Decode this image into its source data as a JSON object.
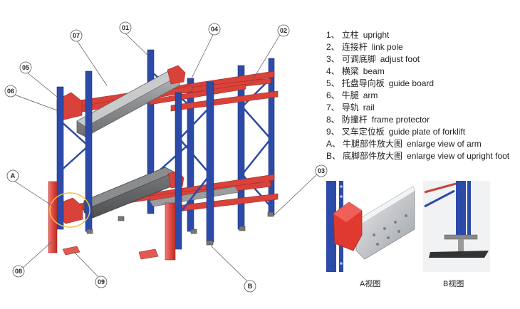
{
  "legend": [
    {
      "num": "1、",
      "zh": "立柱",
      "en": "upright"
    },
    {
      "num": "2、",
      "zh": "连接杆",
      "en": "link pole"
    },
    {
      "num": "3、",
      "zh": "可调底脚",
      "en": "adjust foot"
    },
    {
      "num": "4、",
      "zh": "横梁",
      "en": "beam"
    },
    {
      "num": "5、",
      "zh": "托盘导向板",
      "en": "guide board"
    },
    {
      "num": "6、",
      "zh": "牛腿",
      "en": "arm"
    },
    {
      "num": "7、",
      "zh": "导轨",
      "en": "rail"
    },
    {
      "num": "8、",
      "zh": "防撞杆",
      "en": "frame protector"
    },
    {
      "num": "9、",
      "zh": "叉车定位板",
      "en": "guide plate of forklift"
    },
    {
      "num": "A、",
      "zh": "牛腿部件放大图",
      "en": "enlarge view of arm"
    },
    {
      "num": "B、",
      "zh": "底脚部件放大图",
      "en": "enlarge view of upright foot"
    }
  ],
  "callouts": [
    "01",
    "02",
    "03",
    "04",
    "05",
    "06",
    "07",
    "08",
    "09",
    "A",
    "B"
  ],
  "captions": {
    "a": "A视图",
    "b": "B视图"
  },
  "colors": {
    "upright": "#2c4aa8",
    "beam": "#d9423a",
    "rail": "#9a9c9e",
    "protector": "#e0564f",
    "callout": "#555555"
  }
}
